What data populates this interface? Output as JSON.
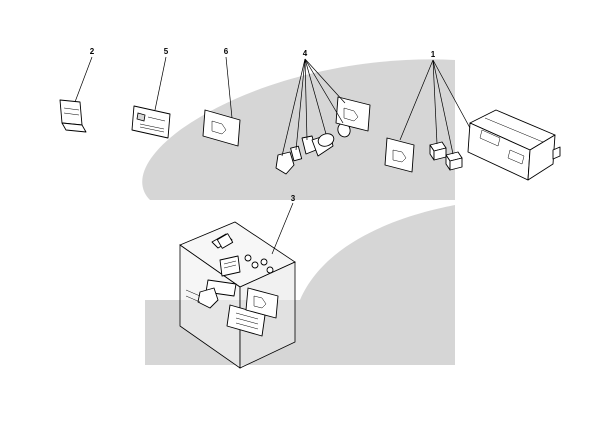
{
  "diagram": {
    "callouts": [
      {
        "id": "1",
        "label": "1"
      },
      {
        "id": "2",
        "label": "2"
      },
      {
        "id": "3",
        "label": "3"
      },
      {
        "id": "4",
        "label": "4"
      },
      {
        "id": "5",
        "label": "5"
      },
      {
        "id": "6",
        "label": "6"
      }
    ],
    "colors": {
      "watermark": "#d6d6d6",
      "line": "#000000",
      "background": "#ffffff"
    }
  }
}
